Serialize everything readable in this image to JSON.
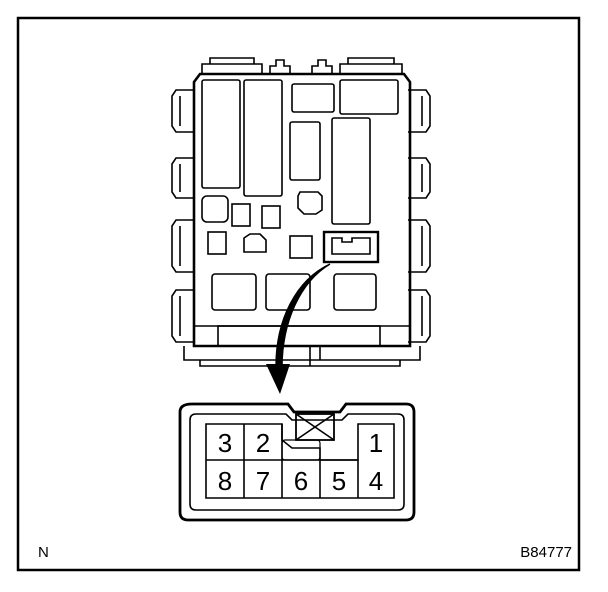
{
  "corner_left_label": "N",
  "figure_code": "B84777",
  "connector": {
    "top_row_pins": [
      "3",
      "2",
      "1"
    ],
    "bottom_row_pins": [
      "8",
      "7",
      "6",
      "5",
      "4"
    ]
  }
}
